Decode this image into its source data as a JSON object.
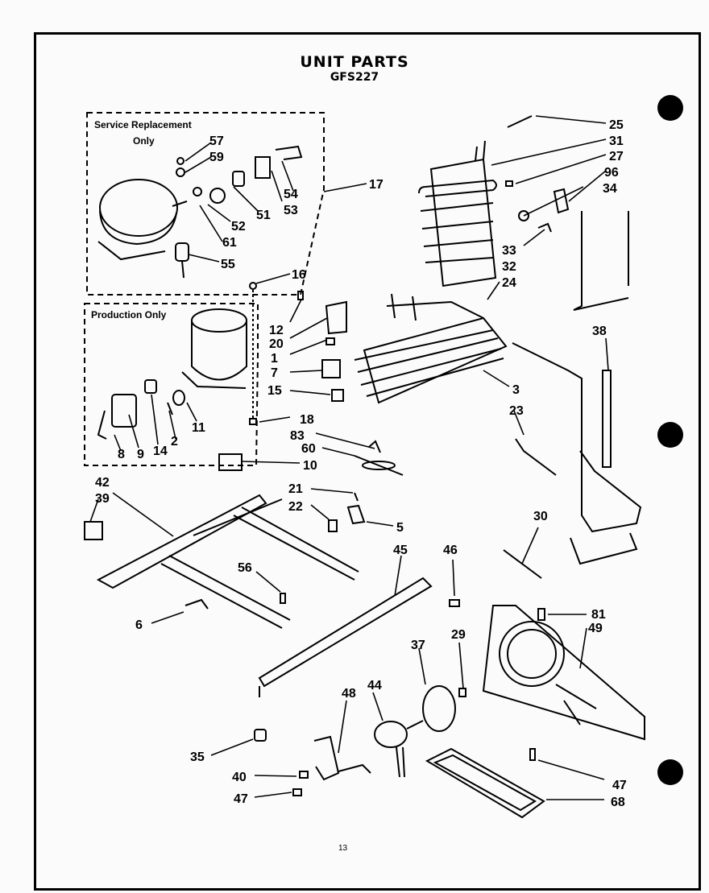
{
  "title": "UNIT PARTS",
  "model": "GFS227",
  "boxes": {
    "service": {
      "label_line1": "Service Replacement",
      "label_line2": "Only"
    },
    "production": {
      "label": "Production Only"
    }
  },
  "callouts": [
    "25",
    "31",
    "27",
    "96",
    "34",
    "33",
    "32",
    "24",
    "17",
    "57",
    "59",
    "51",
    "54",
    "53",
    "52",
    "61",
    "55",
    "16",
    "12",
    "20",
    "1",
    "7",
    "15",
    "3",
    "23",
    "38",
    "18",
    "83",
    "60",
    "10",
    "8",
    "9",
    "14",
    "2",
    "11",
    "42",
    "39",
    "21",
    "22",
    "5",
    "30",
    "45",
    "46",
    "56",
    "6",
    "37",
    "29",
    "81",
    "49",
    "48",
    "44",
    "35",
    "40",
    "47",
    "47",
    "68"
  ],
  "page_number": "13",
  "colors": {
    "ink": "#000000",
    "paper": "#fbfbfb"
  }
}
